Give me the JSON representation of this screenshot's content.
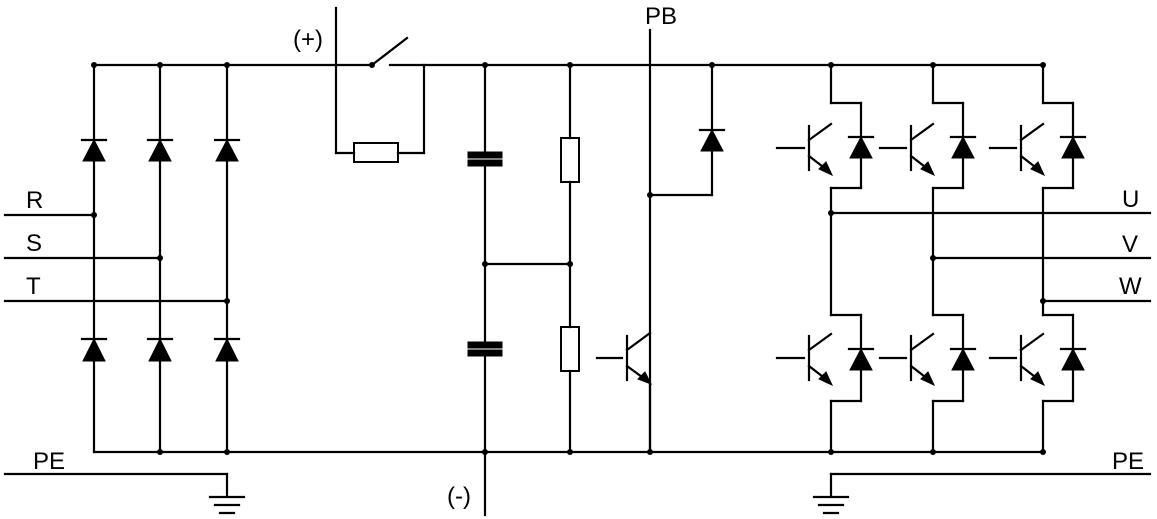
{
  "diagram": {
    "labels": {
      "dc_positive": "(+)",
      "dc_negative": "(-)",
      "brake": "PB",
      "input_r": "R",
      "input_s": "S",
      "input_t": "T",
      "output_u": "U",
      "output_v": "V",
      "output_w": "W",
      "ground_left": "PE",
      "ground_right": "PE"
    }
  }
}
